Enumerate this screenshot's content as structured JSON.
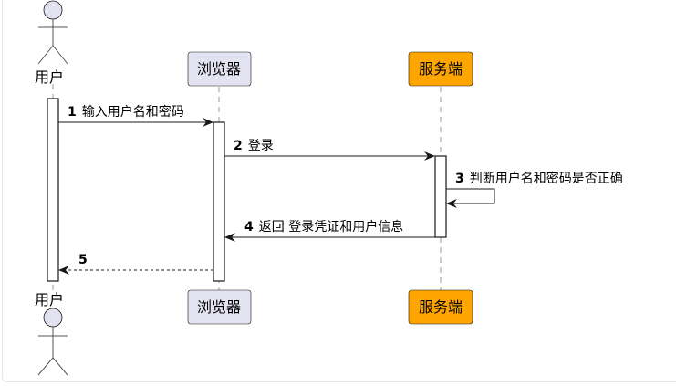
{
  "diagram": {
    "type": "sequence",
    "participants": [
      {
        "id": "user",
        "label": "用户",
        "kind": "actor",
        "fill": "#E2E2F0"
      },
      {
        "id": "browser",
        "label": "浏览器",
        "kind": "participant",
        "fill": "#E2E2F0"
      },
      {
        "id": "server",
        "label": "服务端",
        "kind": "participant",
        "fill": "#FFA500"
      }
    ],
    "messages": [
      {
        "num": "1",
        "text": "输入用户名和密码",
        "from": "user",
        "to": "browser",
        "style": "solid"
      },
      {
        "num": "2",
        "text": "登录",
        "from": "browser",
        "to": "server",
        "style": "solid"
      },
      {
        "num": "3",
        "text": "判断用户名和密码是否正确",
        "from": "server",
        "to": "server",
        "style": "solid"
      },
      {
        "num": "4",
        "text": "返回 登录凭证和用户信息",
        "from": "server",
        "to": "browser",
        "style": "solid"
      },
      {
        "num": "5",
        "text": "",
        "from": "browser",
        "to": "user",
        "style": "dotted"
      }
    ]
  }
}
